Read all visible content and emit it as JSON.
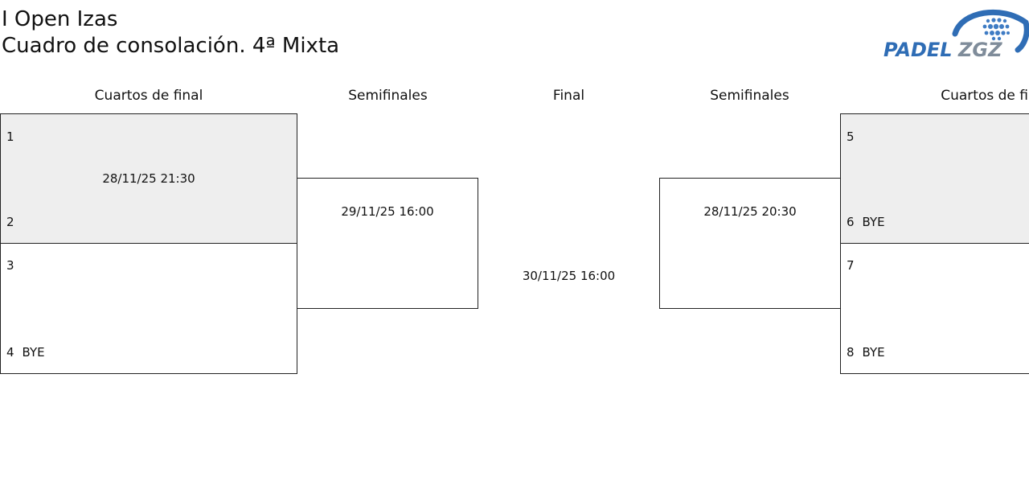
{
  "header": {
    "title_line1": "I Open Izas",
    "title_line2": "Cuadro de consolación. 4ª Mixta",
    "logo_text_left": "PADEL",
    "logo_text_right": "ZGZ"
  },
  "rounds": {
    "left_quarterfinals": "Cuartos de final",
    "left_semifinals": "Semifinales",
    "final": "Final",
    "right_semifinals": "Semifinales",
    "right_quarterfinals": "Cuartos de fin"
  },
  "matches": {
    "qf_left_top": {
      "top_seed": "1",
      "top_name": "",
      "bottom_seed": "2",
      "bottom_name": "",
      "datetime": "28/11/25 21:30"
    },
    "qf_left_bottom": {
      "top_seed": "3",
      "top_name": "",
      "bottom_seed": "4",
      "bottom_name": "BYE",
      "datetime": ""
    },
    "sf_left": {
      "datetime": "29/11/25 16:00"
    },
    "final": {
      "datetime": "30/11/25 16:00"
    },
    "sf_right": {
      "datetime": "28/11/25 20:30"
    },
    "qf_right_top": {
      "top_seed": "5",
      "top_name": "",
      "bottom_seed": "6",
      "bottom_name": "BYE",
      "datetime": ""
    },
    "qf_right_bottom": {
      "top_seed": "7",
      "top_name": "",
      "bottom_seed": "8",
      "bottom_name": "BYE",
      "datetime": ""
    }
  },
  "colors": {
    "shaded_box": "#eeeeee",
    "border": "#222222",
    "logo_blue": "#2f6db5",
    "logo_gray": "#7f8c9a"
  }
}
